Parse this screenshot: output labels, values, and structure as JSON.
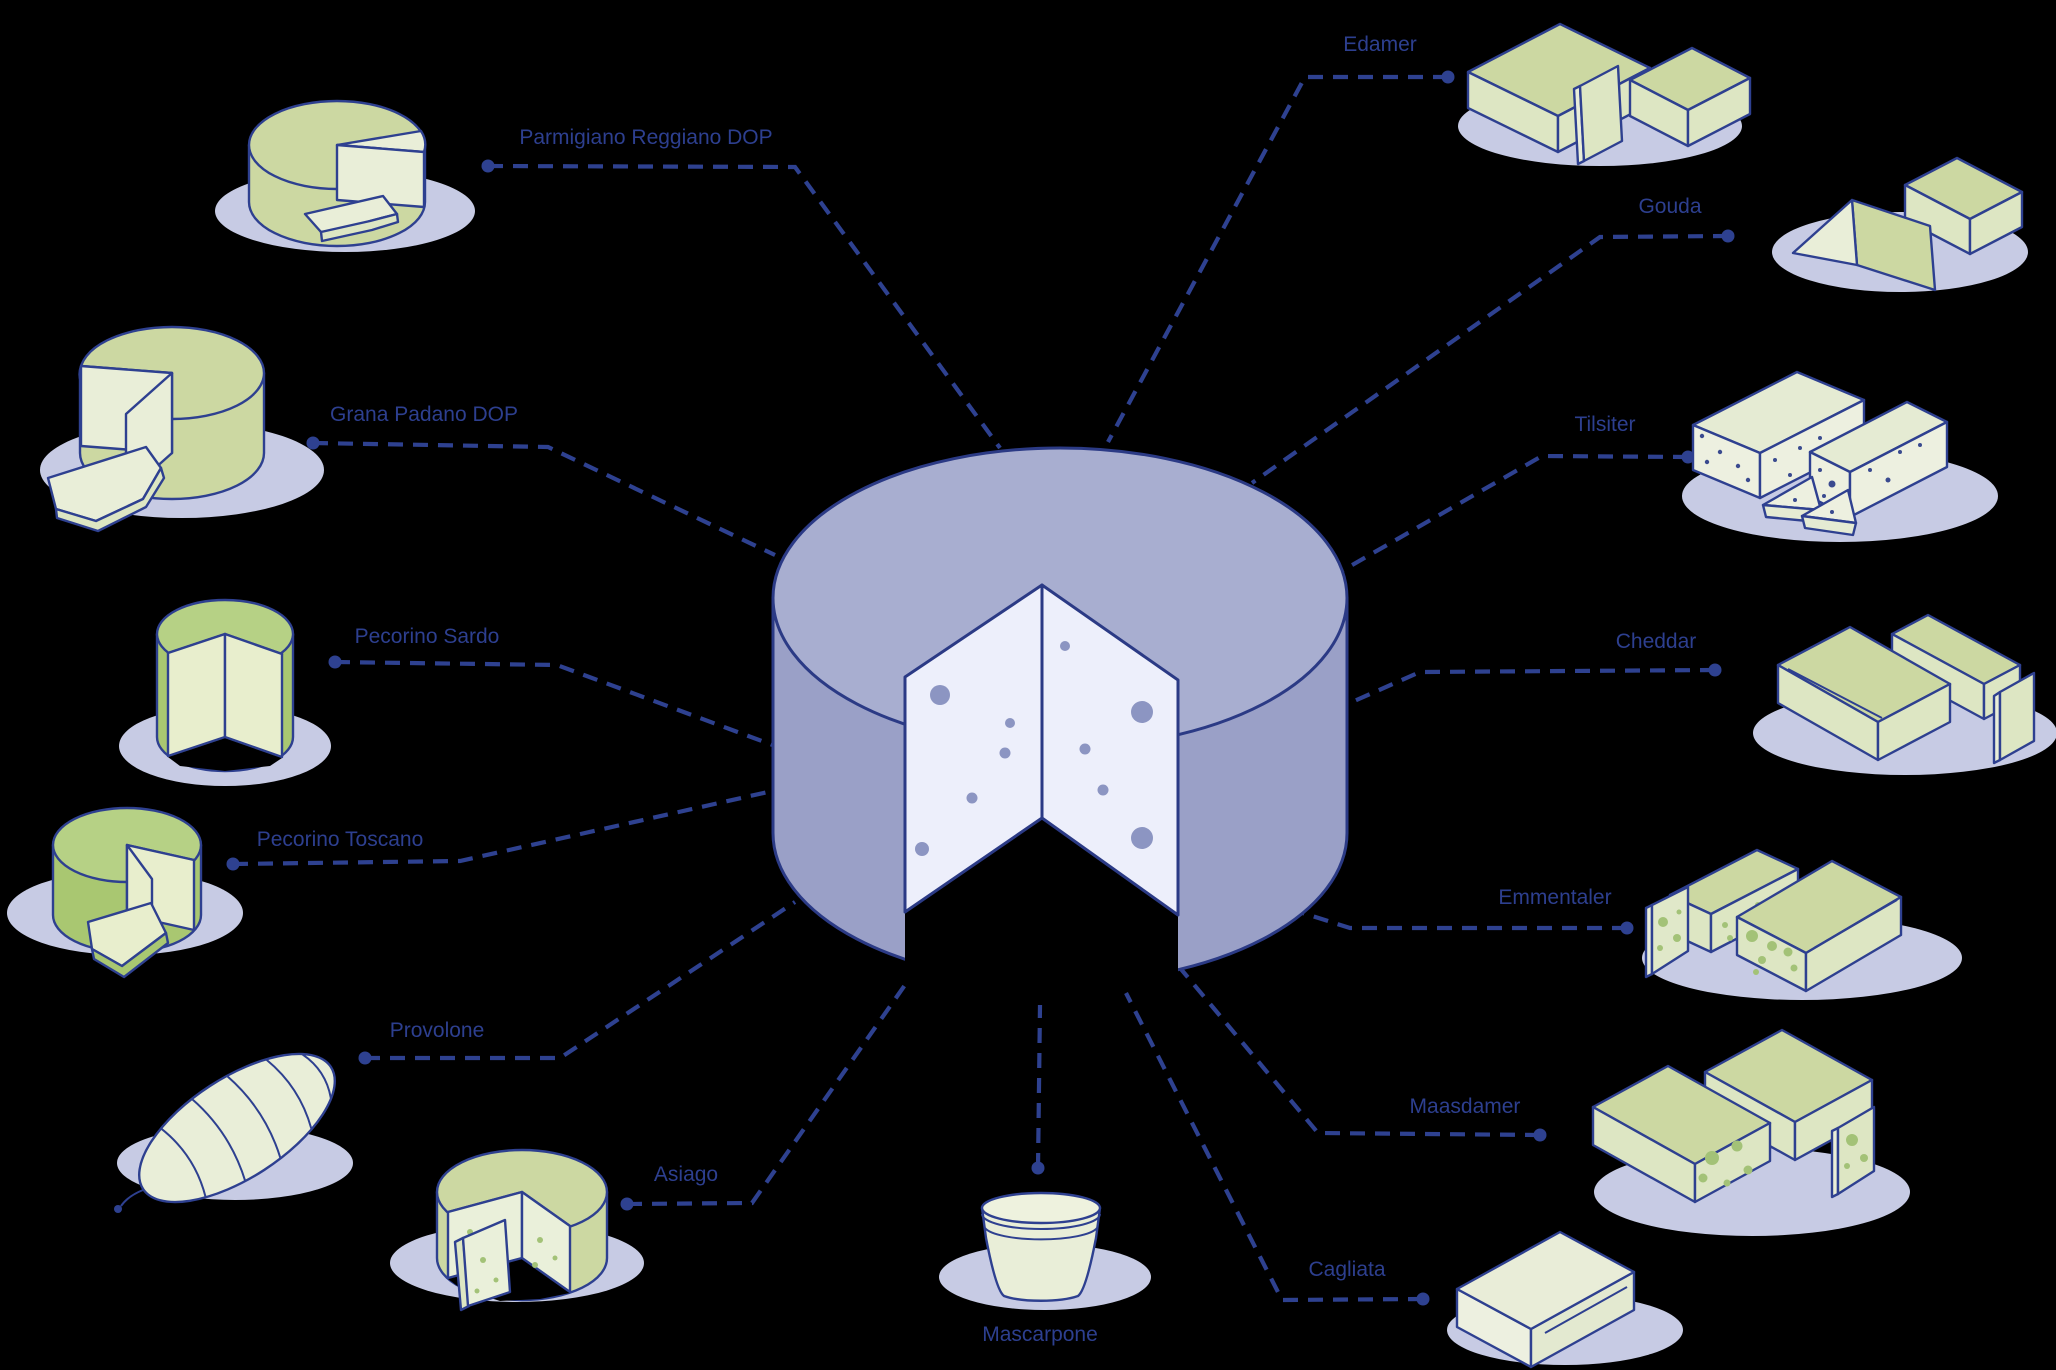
{
  "diagram": {
    "kind": "cheese-variety-diagram",
    "center": {
      "name": "cheese-wheel"
    },
    "cheeses": [
      {
        "id": "parmigiano",
        "label": "Parmigiano Reggiano DOP",
        "side": "left"
      },
      {
        "id": "grana",
        "label": "Grana Padano DOP",
        "side": "left"
      },
      {
        "id": "pecorino-sardo",
        "label": "Pecorino Sardo",
        "side": "left"
      },
      {
        "id": "pecorino-toscano",
        "label": "Pecorino Toscano",
        "side": "left"
      },
      {
        "id": "provolone",
        "label": "Provolone",
        "side": "left"
      },
      {
        "id": "asiago",
        "label": "Asiago",
        "side": "bottom-left"
      },
      {
        "id": "mascarpone",
        "label": "Mascarpone",
        "side": "bottom"
      },
      {
        "id": "cagliata",
        "label": "Cagliata",
        "side": "bottom-right"
      },
      {
        "id": "maasdamer",
        "label": "Maasdamer",
        "side": "right"
      },
      {
        "id": "emmentaler",
        "label": "Emmentaler",
        "side": "right"
      },
      {
        "id": "cheddar",
        "label": "Cheddar",
        "side": "right"
      },
      {
        "id": "tilsiter",
        "label": "Tilsiter",
        "side": "right"
      },
      {
        "id": "gouda",
        "label": "Gouda",
        "side": "right"
      },
      {
        "id": "edamer",
        "label": "Edamer",
        "side": "top-right"
      }
    ],
    "colors": {
      "background": "#000000",
      "line_navy": "#2e4190",
      "label_text": "#2d3f8f",
      "outline": "#2e4090",
      "shadow_lavender": "#c7cbe4",
      "cheese_green": "#ccd8a2",
      "cheese_cream": "#e9eed8",
      "block_side": "#dde6c3",
      "pecorino_green": "#a9c771",
      "wheel_top": "#a8aed0",
      "wheel_side": "#9aa0c7",
      "wheel_cut_face": "#edeffb",
      "wheel_hole": "#8c95c2",
      "hole_green": "#a3c277"
    }
  }
}
